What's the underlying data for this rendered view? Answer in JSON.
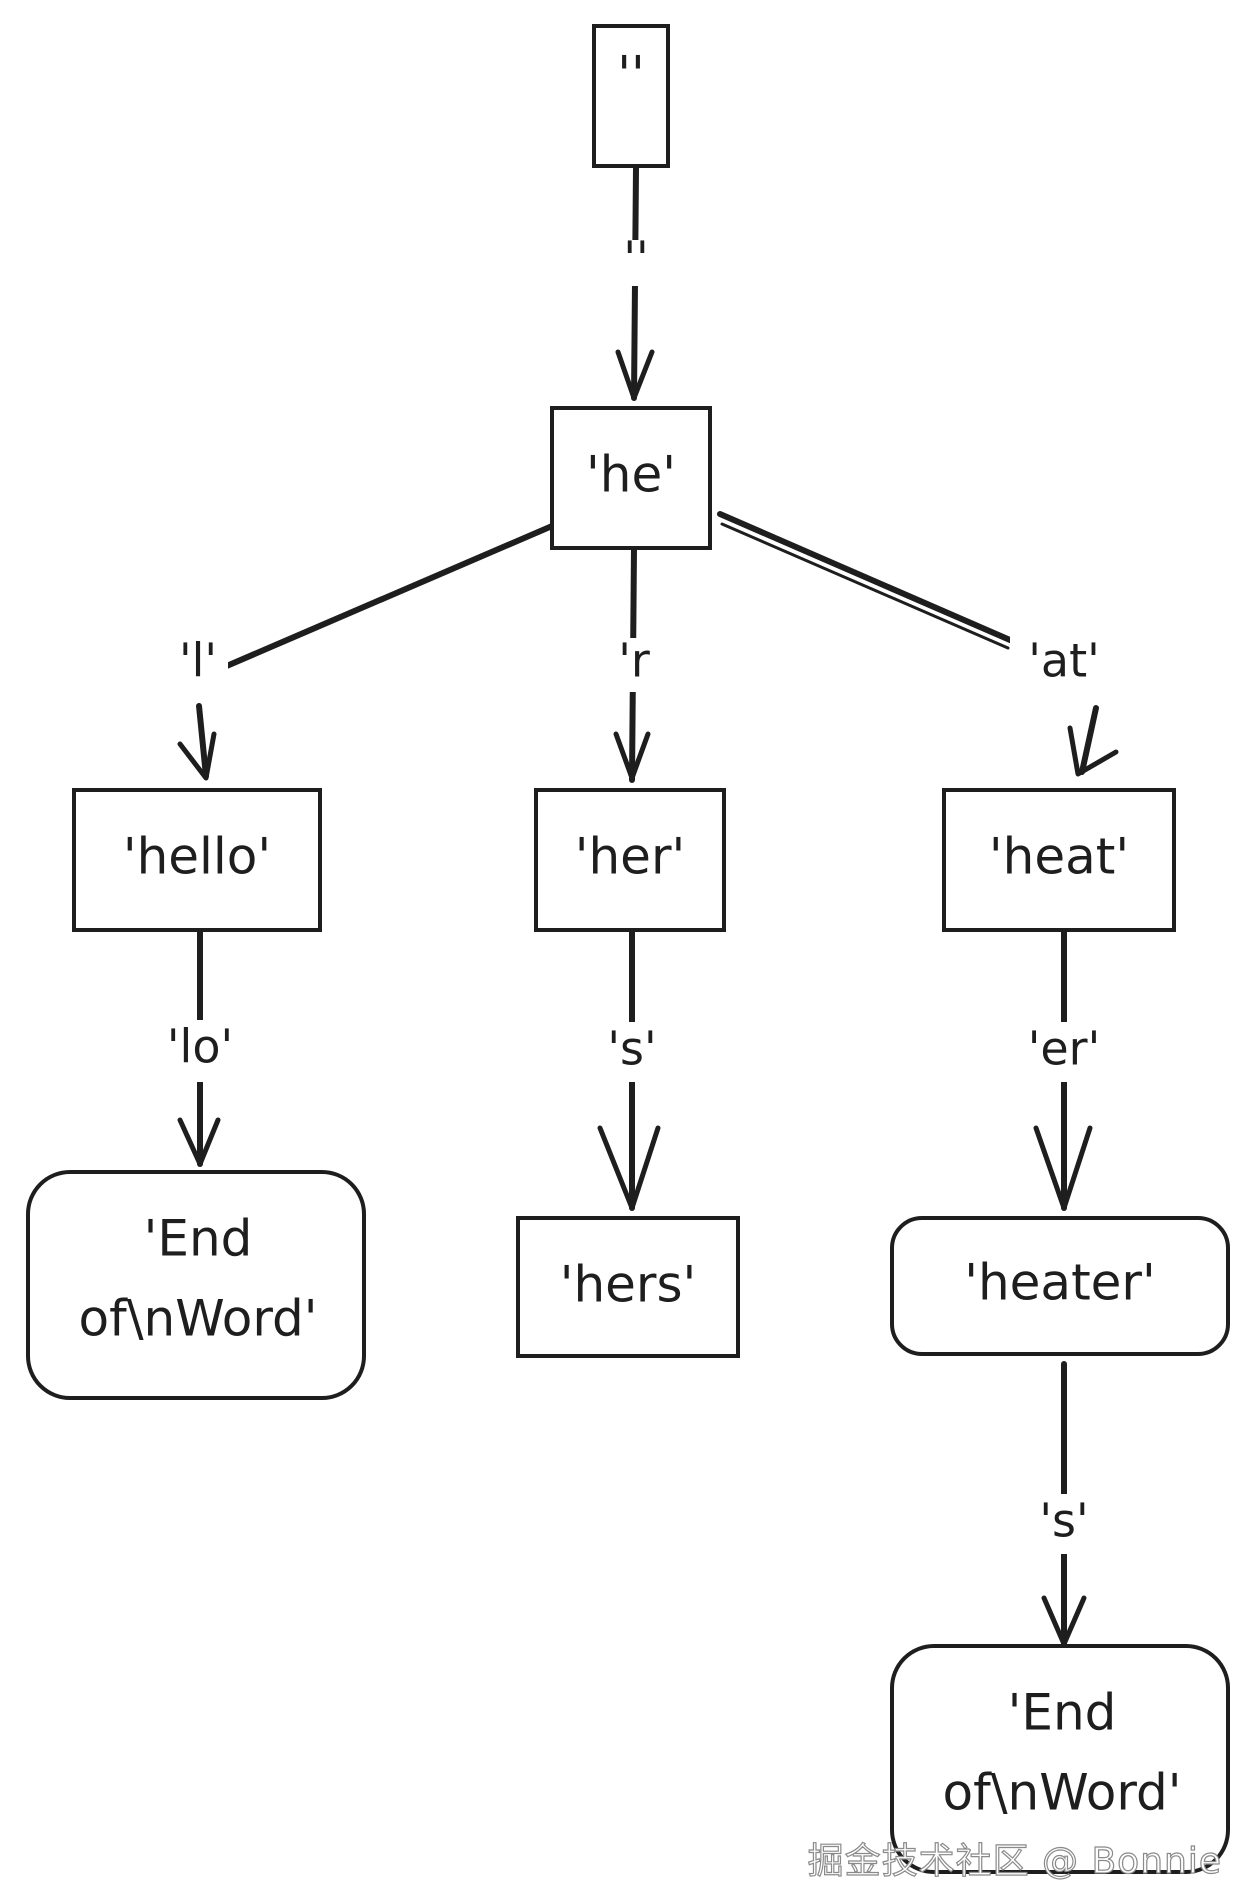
{
  "nodes": {
    "root": "''",
    "he": "'he'",
    "hello": "'hello'",
    "her": "'her'",
    "heat": "'heat'",
    "end_left_line1": "'End",
    "end_left_line2": "of\\nWord'",
    "hers": "'hers'",
    "heater": "'heater'",
    "end_right_line1": "'End",
    "end_right_line2": "of\\nWord'"
  },
  "edges": {
    "root_to_he": "''",
    "he_to_hello": "'l'",
    "he_to_her": "'r",
    "he_to_heat": "'at'",
    "hello_to_end": "'lo'",
    "her_to_hers": "'s'",
    "heat_to_heater": "'er'",
    "heater_to_end": "'s'"
  },
  "watermark": "掘金技术社区 @ Bonnie",
  "colors": {
    "stroke": "#1e1e1e",
    "background": "#ffffff"
  }
}
